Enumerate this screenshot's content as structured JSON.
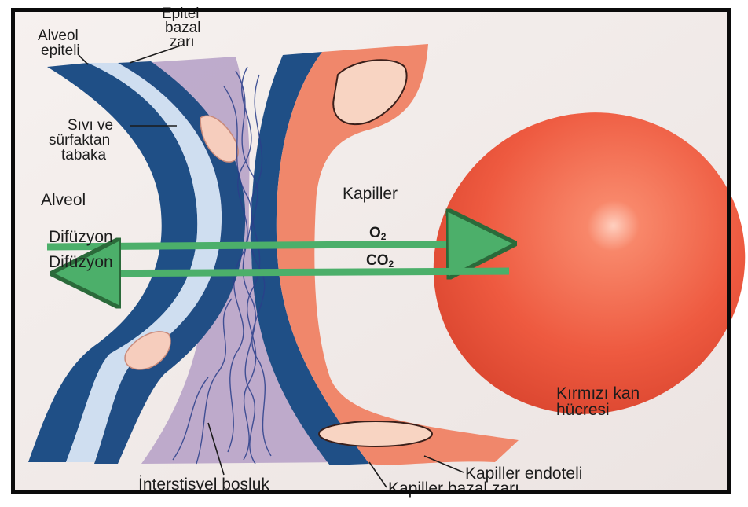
{
  "labels": {
    "alveol_epiteli_1": "Alveol",
    "alveol_epiteli_2": "epiteli",
    "epitel_bazal_1": "Epitel",
    "epitel_bazal_2": "bazal",
    "epitel_bazal_3": "zarı",
    "sivi_1": "Sıvı ve",
    "sivi_2": "sürfaktan",
    "sivi_3": "tabaka",
    "alveol": "Alveol",
    "kapiller": "Kapiller",
    "difuzyon_1": "Difüzyon",
    "difuzyon_2": "Difüzyon",
    "o2": "O",
    "o2_sub": "2",
    "co2": "CO",
    "co2_sub": "2",
    "kirmizi_1": "Kırmızı kan",
    "kirmizi_2": "hücresi",
    "interstisyel": "İnterstisyel boşluk",
    "kapiller_endoteli": "Kapiller endoteli",
    "kapiller_bazal": "Kapiller bazal zarı"
  },
  "colors": {
    "paper": "#f2ecea",
    "dark_blue": "#1f4f86",
    "light_blue": "#c9d9ec",
    "purple": "#b7a1c7",
    "salmon": "#f0876b",
    "pale": "#f7d3c3",
    "arrow": "#4caf6a",
    "rbc": "#ee5a40"
  }
}
